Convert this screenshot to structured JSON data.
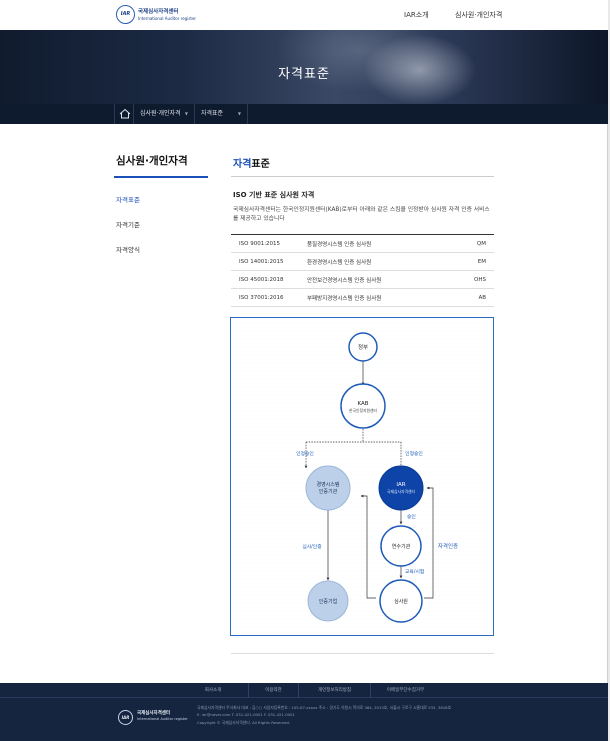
{
  "header": {
    "logo_mark": "IAR",
    "logo_kr": "국제심사자격센터",
    "logo_en": "International Auditor register",
    "nav": [
      "IAR소개",
      "심사원·개인자격"
    ]
  },
  "hero": {
    "title": "자격표준"
  },
  "location": {
    "items": [
      "심사원·개인자격",
      "자격표준"
    ]
  },
  "sidebar": {
    "title": "심사원·개인자격",
    "items": [
      {
        "label": "자격표준",
        "active": true
      },
      {
        "label": "자격기준",
        "active": false
      },
      {
        "label": "자격양식",
        "active": false
      }
    ]
  },
  "content": {
    "title_blue": "자격",
    "title_rest": "표준",
    "subtitle": "ISO 기반 표준 심사원 자격",
    "description": "국제심사자격센터는 한국인정지원센터(KAB)로부터 아래와 같은 스킴을 인정받아 심사원 자격 인증 서비스를 제공하고 있습니다",
    "table": [
      {
        "standard": "ISO 9001:2015",
        "name": "품질경영시스템 인증 심사원",
        "code": "QM"
      },
      {
        "standard": "ISO 14001:2015",
        "name": "환경경영시스템 인증 심사원",
        "code": "EM"
      },
      {
        "standard": "ISO 45001:2018",
        "name": "안전보건경영시스템 인증 심사원",
        "code": "OHS"
      },
      {
        "standard": "ISO 37001:2016",
        "name": "부패방지경영시스템 인증 심사원",
        "code": "AB"
      }
    ]
  },
  "diagram": {
    "nodes": {
      "gov": "정부",
      "kab": "KAB",
      "kab_sub": "한국인정지원센터",
      "cert_body_1": "경영시스템",
      "cert_body_2": "인증기관",
      "iar": "IAR",
      "iar_sub": "국제심사자격센터",
      "training": "연수기관",
      "company": "인증기업",
      "auditor": "심사원"
    },
    "labels": {
      "accredit_left": "인정승인",
      "accredit_right": "인정승인",
      "approve": "승인",
      "audit_cert": "심사/인증",
      "edu_exam": "교육/시험",
      "qualification": "자격인증"
    },
    "colors": {
      "accent": "#1e5bb8",
      "light_fill": "#bdd0ea",
      "dark_fill": "#0e44a8"
    }
  },
  "footer": {
    "links": [
      "회사소개",
      "이용약관",
      "개인정보처리방침",
      "이메일무단수집거부"
    ],
    "logo_mark": "IAR",
    "logo_kr": "국제심사자격센터",
    "logo_en": "International Auditor register",
    "info_line1": "국제심사자격센터 주식회사    대표 : 김○○    사업자등록번호 : 105-87-xxxxx    주소 : 경기도 의왕시 학의로 364, 2013호, 서울시 구로구 시흥대로 535, 3618호",
    "info_line2": "E. iar@naver.com    T. 031-421-0001    F. 031-421-0001",
    "copyright": "Copyright © 국제심사자격센터. All Rights Reserved."
  }
}
